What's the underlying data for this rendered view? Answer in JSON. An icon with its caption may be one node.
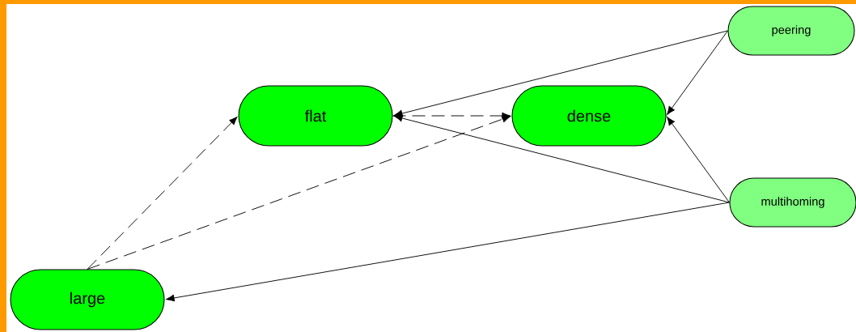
{
  "diagram": {
    "nodes": [
      {
        "text": [
          "flat"
        ]
      },
      {
        "text": [
          "dense"
        ]
      },
      {
        "text": [
          "peering"
        ]
      },
      {
        "text": [
          "multihoming"
        ]
      },
      {
        "text": [
          "large"
        ]
      }
    ],
    "edges": [
      {
        "from": 2,
        "to": 0,
        "arrow": "to"
      },
      {
        "from": 2,
        "to": 1,
        "arrow": "to"
      },
      {
        "from": 0,
        "to": 1,
        "arrow": "to",
        "style": "dashed"
      },
      {
        "from": 3,
        "to": 1,
        "arrow": "to"
      },
      {
        "from": 3,
        "to": 0,
        "arrow": "to"
      },
      {
        "from": 3,
        "to": 4,
        "arrow": "to"
      },
      {
        "from": 4,
        "to": 0,
        "arrow": "to",
        "style": "dashed"
      },
      {
        "from": 4,
        "to": 1,
        "arrow": "to",
        "style": "dashed"
      }
    ]
  }
}
